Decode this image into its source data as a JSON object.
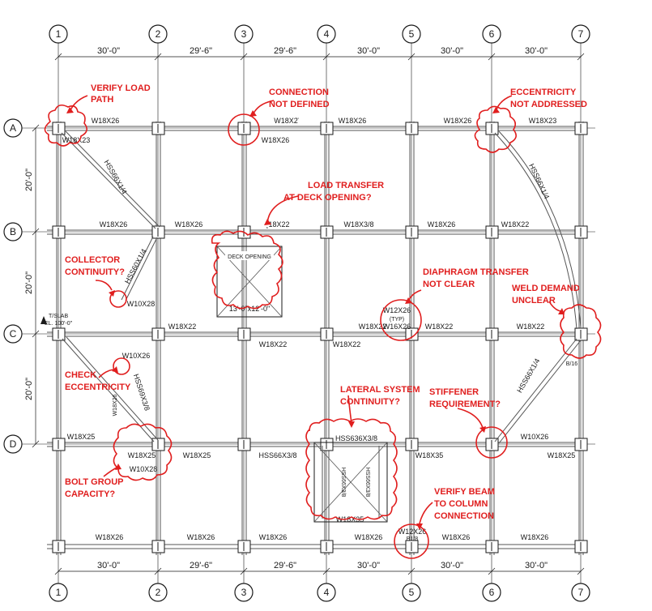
{
  "grid": {
    "columns": [
      "1",
      "2",
      "3",
      "4",
      "5",
      "6",
      "7"
    ],
    "rows": [
      "A",
      "B",
      "C",
      "D"
    ],
    "bay_widths_top": [
      "30'-0\"",
      "29'-6\"",
      "29'-6\"",
      "30'-0\"",
      "30'-0\"",
      "30'-0\""
    ],
    "bay_widths_bottom": [
      "30'-0\"",
      "29'-6\"",
      "29'-6\"",
      "30'-0\"",
      "30'-0\"",
      "30'-0\""
    ],
    "bay_heights": [
      "20'-0\"",
      "20'-0\"",
      "20'-0\""
    ]
  },
  "elevation": {
    "line1": "T/SLAB",
    "line2": "EL. 100'-0\""
  },
  "members": {
    "a1": "W18X26",
    "a2": "W18X2̈",
    "a3": "W18X26",
    "a4": "W18X26",
    "a5": "W18X23",
    "a_col1": "W18X23",
    "a_col3": "W18X26",
    "b1": "W18X26",
    "b2": "W18X26",
    "b3": "¸18X22",
    "b4": "W18X3/8",
    "b5": "W18X26",
    "b6": "W18X22",
    "c1": "W18X22",
    "c2": "W18X22",
    "c3": "W18X22",
    "c4": "W18X22",
    "c5": "W18X22",
    "c6": "W18X22",
    "c_col5a": "W12X26",
    "c_col5b": "(TYP)",
    "c_col5c": "W16X26",
    "c_brace1": "W10X26",
    "b_brace1": "W10X28",
    "d1": "W18X25",
    "d2": "W18X25",
    "d3": "HSS66X3/8",
    "d4": "W18X35",
    "d5": "W10X26",
    "d6": "W18X25",
    "d_col2a": "W18X25",
    "d_col2b": "W10X28",
    "d_opening_top": "HSS636X3/8",
    "d_opening_mid": "W18X35",
    "d_opening_v1": "HSS66X3/8",
    "d_opening_v2": "HSS66X3/8",
    "e1": "W18X26",
    "e2": "W18X26",
    "e3": "W18X26",
    "e4": "W18X26",
    "e5": "W18X26",
    "e6": "W18X26",
    "e_col5a": "W12X26",
    "e_col5b": "B1/8",
    "brace_ab": "HSS66X1/4",
    "brace_bc": "HSS60X1/4",
    "brace_cd": "HSS69X3/8",
    "brace_cd2": "W18X26",
    "brace_right1": "HSS66X1/4",
    "brace_right2": "HSS66X1/4",
    "c7_label": "B/16"
  },
  "deck_opening": {
    "title": "DECK OPENING",
    "size": "13'-0\"x12'-0\""
  },
  "redlines": {
    "n1": [
      "VERIFY LOAD",
      "PATH"
    ],
    "n2": [
      "CONNECTION",
      "NOT DEFINED"
    ],
    "n3": [
      "ECCENTRICITY",
      "NOT ADDRESSED"
    ],
    "n4": [
      "LOAD TRANSFER",
      "AT DECK OPENING?"
    ],
    "n5": [
      "COLLECTOR",
      "CONTINUITY?"
    ],
    "n6": [
      "DIAPHRAGM TRANSFER",
      "NOT CLEAR"
    ],
    "n7": [
      "WELD DEMAND",
      "UNCLEAR"
    ],
    "n8": [
      "CHECK",
      "ECCENTRICITY"
    ],
    "n9": [
      "LATERAL SYSTEM",
      "CONTINUITY?"
    ],
    "n10": [
      "STIFFENER",
      "REQUIREMENT?"
    ],
    "n11": [
      "BOLT GROUP",
      "CAPACITY?"
    ],
    "n12": [
      "VERIFY BEAM",
      "TO COLUMN",
      "CONNECTION"
    ]
  },
  "colors": {
    "ink": "#1a1a1a",
    "redline": "#e01e1e",
    "steel": "#555555"
  }
}
